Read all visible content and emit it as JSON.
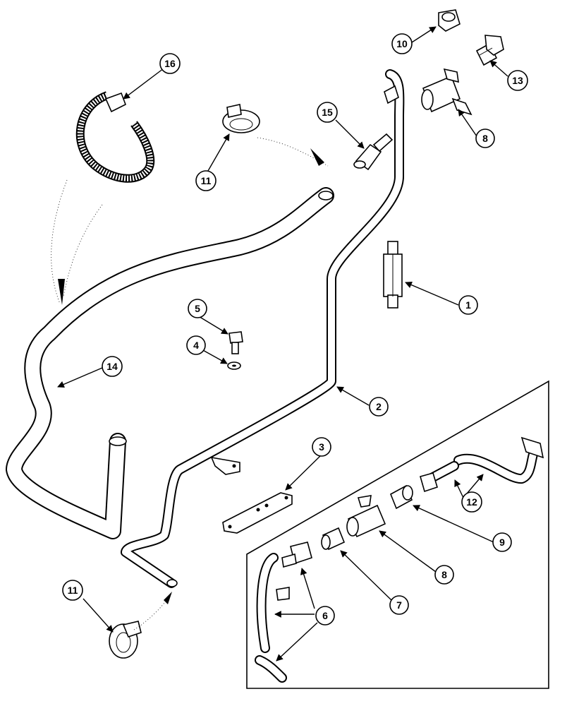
{
  "callouts": [
    {
      "key": "c1",
      "label": "1"
    },
    {
      "key": "c2",
      "label": "2"
    },
    {
      "key": "c3",
      "label": "3"
    },
    {
      "key": "c4",
      "label": "4"
    },
    {
      "key": "c5",
      "label": "5"
    },
    {
      "key": "c6",
      "label": "6"
    },
    {
      "key": "c7",
      "label": "7"
    },
    {
      "key": "c8a",
      "label": "8"
    },
    {
      "key": "c8b",
      "label": "8"
    },
    {
      "key": "c9",
      "label": "9"
    },
    {
      "key": "c10",
      "label": "10"
    },
    {
      "key": "c11a",
      "label": "11"
    },
    {
      "key": "c11b",
      "label": "11"
    },
    {
      "key": "c12",
      "label": "12"
    },
    {
      "key": "c13",
      "label": "13"
    },
    {
      "key": "c14",
      "label": "14"
    },
    {
      "key": "c15",
      "label": "15"
    },
    {
      "key": "c16",
      "label": "16"
    }
  ]
}
